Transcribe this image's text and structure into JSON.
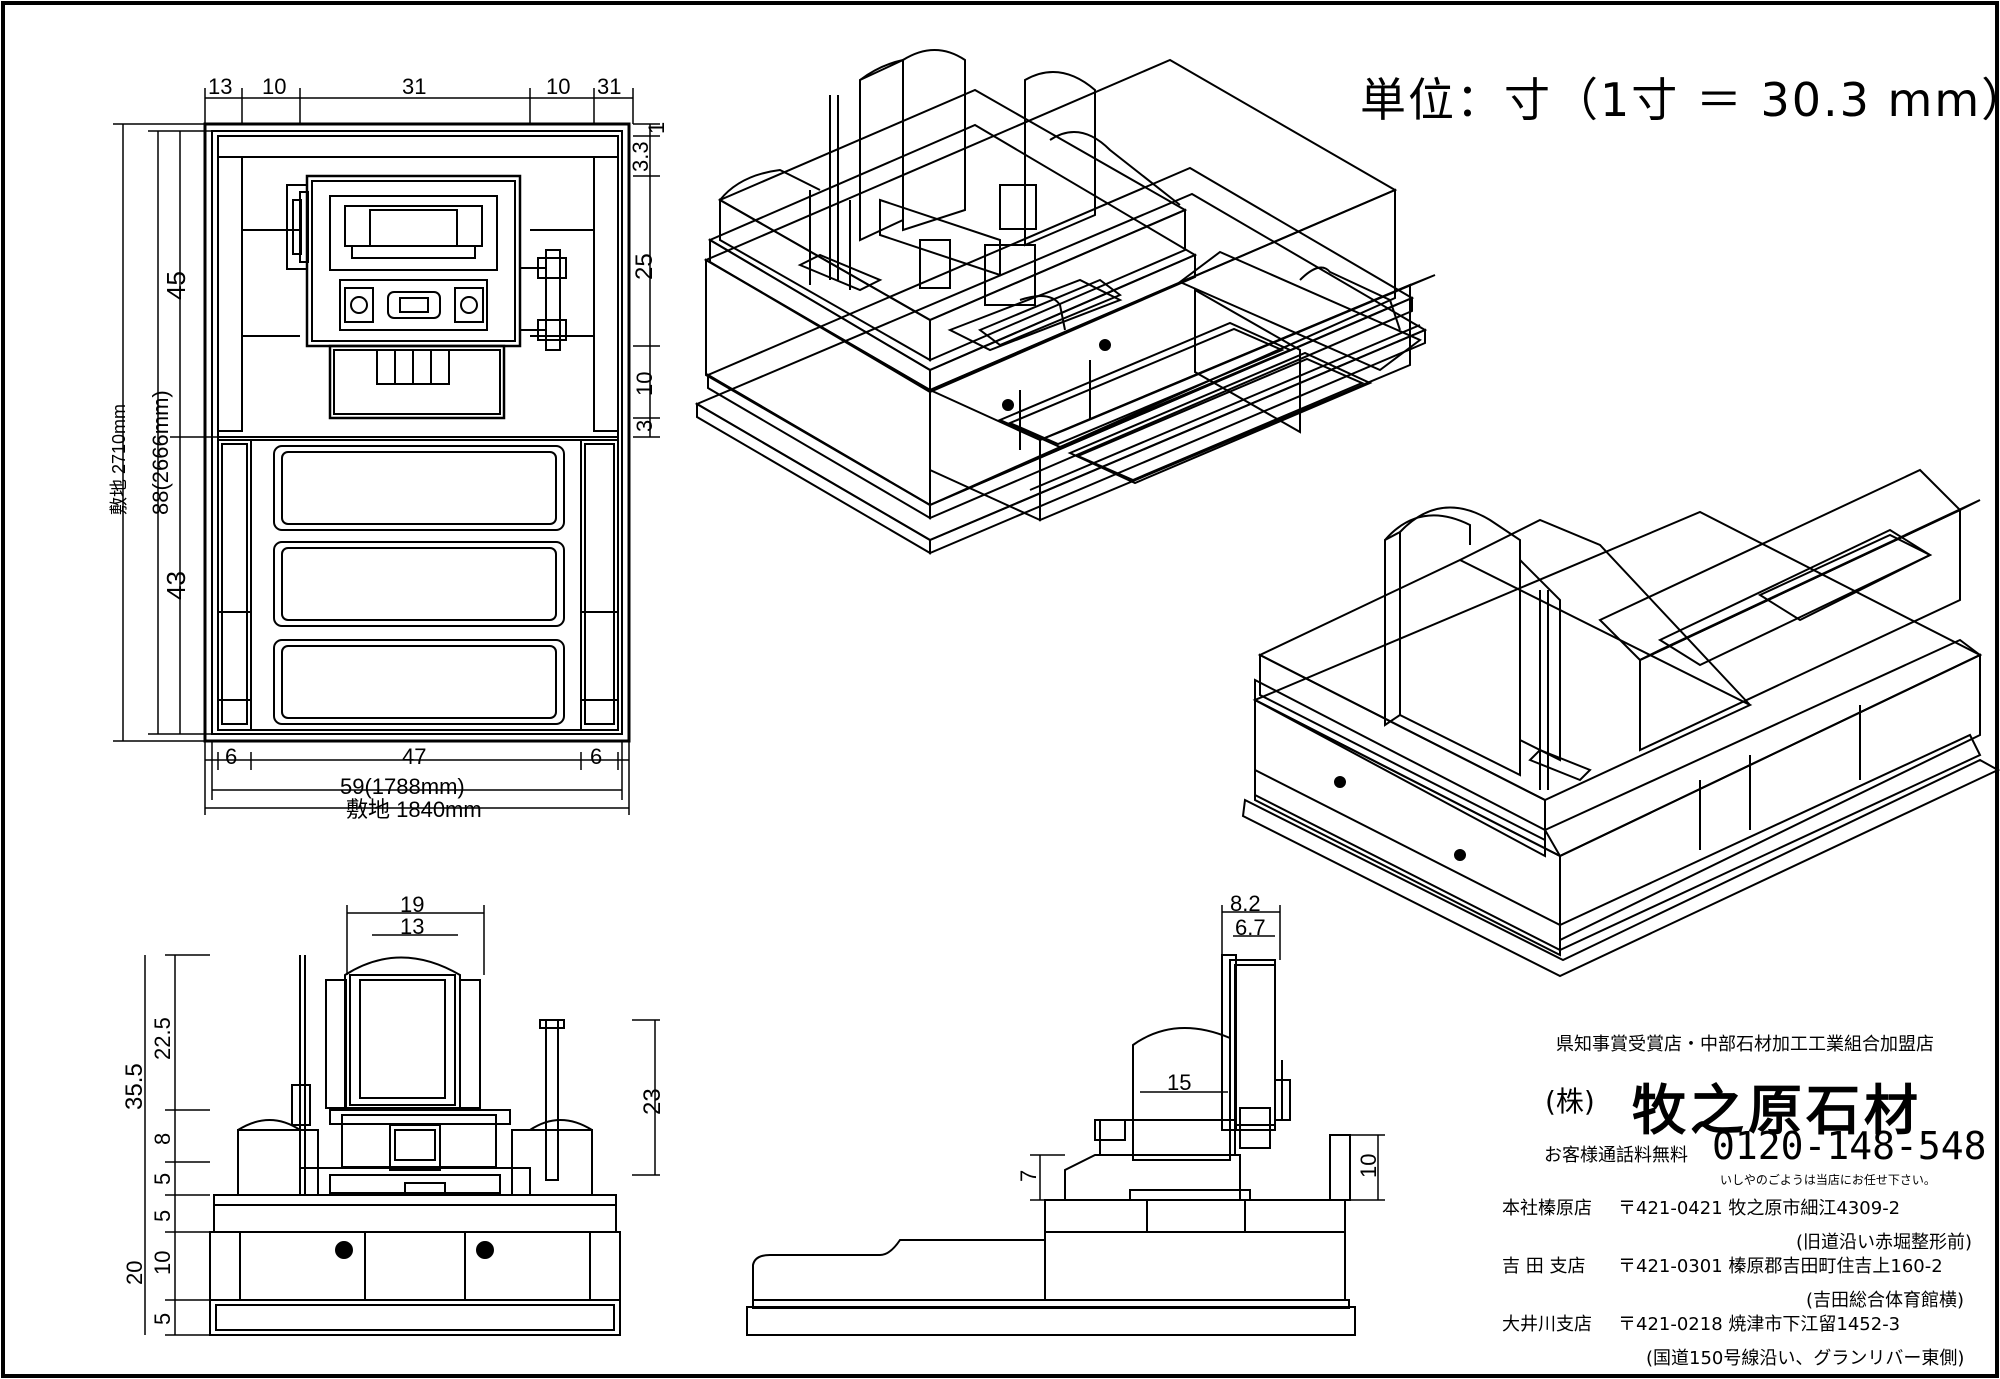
{
  "unit_note": "単位：寸（1寸 ＝ 30.3 mm）",
  "plan_view": {
    "top_dims": [
      "13",
      "10",
      "31",
      "10",
      "31"
    ],
    "right_dims": [
      "1",
      "3.3",
      "25",
      "10",
      "3"
    ],
    "left_dims": [
      "敷地 2710mm",
      "88(2666mm)",
      "45",
      "43"
    ],
    "bottom_dims": [
      "6",
      "47",
      "6",
      "59(1788mm)",
      "敷地 1840mm"
    ]
  },
  "front_view": {
    "top_dims": [
      "19",
      "13"
    ],
    "left_dims": [
      "35.5",
      "22.5",
      "8",
      "5",
      "5",
      "20",
      "10",
      "5"
    ],
    "right_dims": [
      "23"
    ]
  },
  "side_view": {
    "top_dims": [
      "8.2",
      "6.7"
    ],
    "inner_dims": [
      "15"
    ],
    "left_dims": [
      "7"
    ],
    "right_dims": [
      "10"
    ]
  },
  "company": {
    "award": "県知事賞受賞店・中部石材加工工業組合加盟店",
    "kabu": "(株)",
    "name": "牧之原石材",
    "tollfree_label": "お客様通話料無料",
    "tollfree_number": "0120-148-548",
    "tollfree_note": "いしやのごようは当店にお任せ下さい。",
    "branches": [
      {
        "name": "本社榛原店",
        "address": "〒421-0421 牧之原市細江4309-2",
        "note": "(旧道沿い赤堀整形前)"
      },
      {
        "name": "吉 田 支店",
        "address": "〒421-0301 榛原郡吉田町住吉上160-2",
        "note": "(吉田総合体育館横)"
      },
      {
        "name": "大井川支店",
        "address": "〒421-0218 焼津市下江留1452-3",
        "note": "(国道150号線沿い、グランリバー東側)"
      }
    ]
  },
  "colors": {
    "line": "#000000",
    "background": "#ffffff"
  }
}
